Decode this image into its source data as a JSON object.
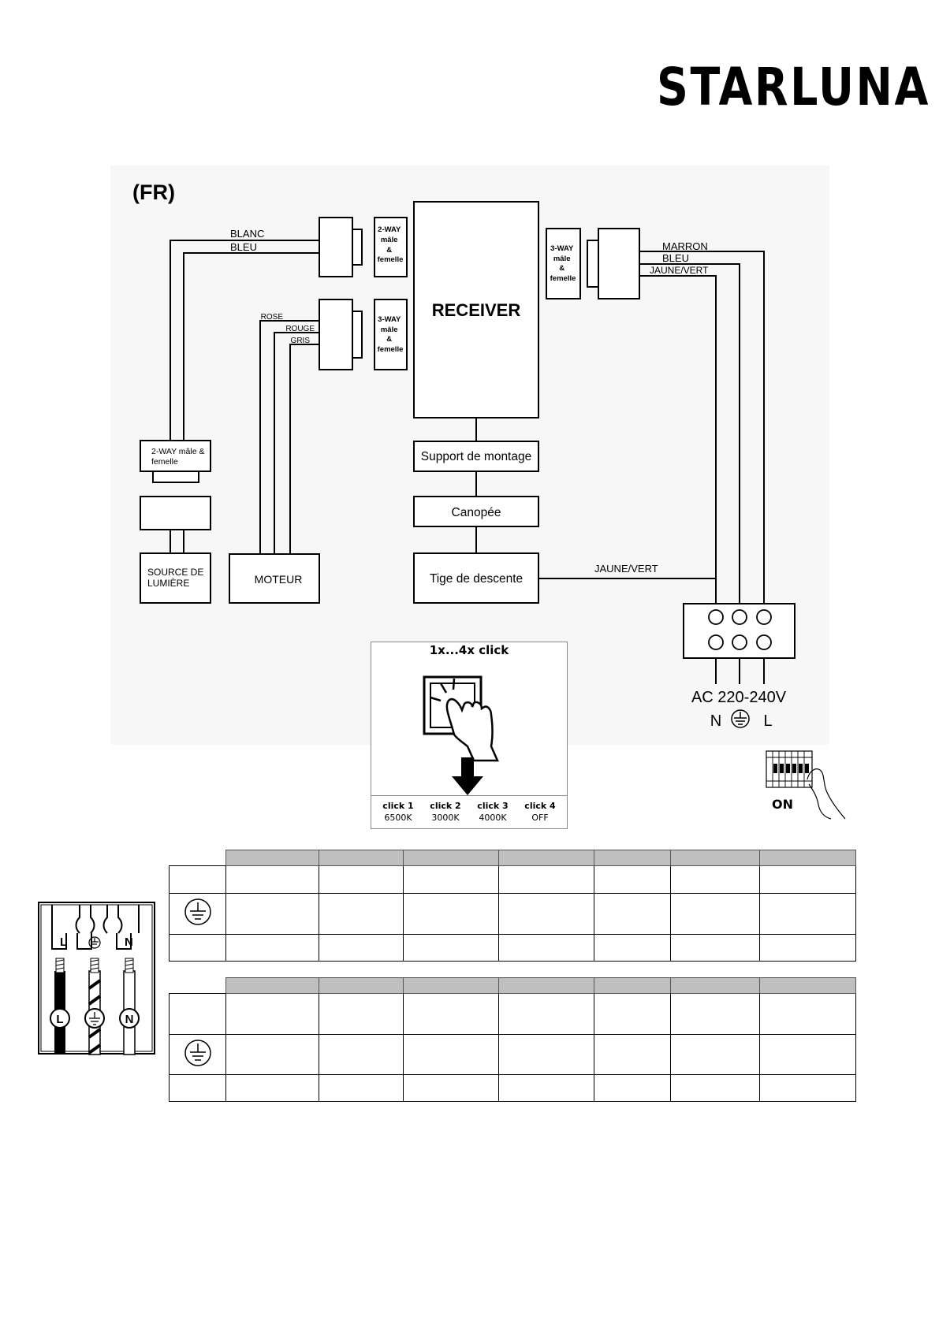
{
  "brand": {
    "name": "STARLUNA"
  },
  "diagram": {
    "language_tag": "(FR)",
    "receiver_label": "RECEIVER",
    "connectors": {
      "top_left": [
        "2-WAY",
        "mâle",
        "&",
        "femelle"
      ],
      "mid_left": [
        "3-WAY",
        "mâle",
        "&",
        "femelle"
      ],
      "right": [
        "3-WAY",
        "mâle",
        "&",
        "femelle"
      ],
      "bottom_left": [
        "2-WAY mâle &",
        "femelle"
      ]
    },
    "wires": {
      "light": [
        "BLANC",
        "BLEU"
      ],
      "motor": [
        "ROSE",
        "ROUGE",
        "GRIS"
      ],
      "mains": [
        "MARRON",
        "BLEU",
        "JAUNE/VERT"
      ],
      "ground": "JAUNE/VERT"
    },
    "boxes": {
      "light_source": [
        "SOURCE DE",
        "LUMIÈRE"
      ],
      "motor": "MOTEUR",
      "mount": "Support de montage",
      "canopy": "Canopée",
      "downrod": "Tige de descente"
    },
    "supply": {
      "voltage": "AC 220-240V",
      "n": "N",
      "l": "L"
    }
  },
  "click_guide": {
    "title": "1x...4x click",
    "steps": [
      {
        "label": "click 1",
        "value": "6500K"
      },
      {
        "label": "click 2",
        "value": "3000K"
      },
      {
        "label": "click 3",
        "value": "4000K"
      },
      {
        "label": "click 4",
        "value": "OFF"
      }
    ]
  },
  "breaker": {
    "label": "ON"
  },
  "terminal_block": {
    "labels": [
      "L",
      "N"
    ]
  }
}
